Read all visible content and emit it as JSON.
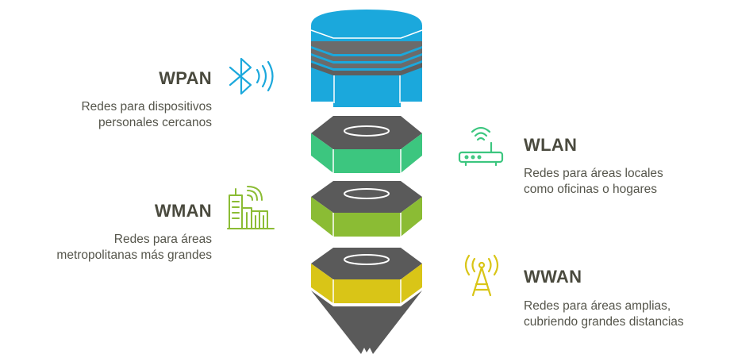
{
  "items": [
    {
      "title": "WPAN",
      "desc_line1": "Redes para dispositivos",
      "desc_line2": "personales cercanos",
      "icon": "bluetooth-icon",
      "color": "#1ba8dc"
    },
    {
      "title": "WLAN",
      "desc_line1": "Redes para áreas locales",
      "desc_line2": "como oficinas o hogares",
      "icon": "wifi-router-icon",
      "color": "#3cc67f"
    },
    {
      "title": "WMAN",
      "desc_line1": "Redes para áreas",
      "desc_line2": "metropolitanas más grandes",
      "icon": "city-buildings-icon",
      "color": "#8bbc34"
    },
    {
      "title": "WWAN",
      "desc_line1": "Redes para áreas amplias,",
      "desc_line2": "cubriendo grandes distancias",
      "icon": "antenna-tower-icon",
      "color": "#d9c517"
    }
  ],
  "colors": {
    "top_gray": "#5a5a5a",
    "side_gray": "#6b6b6b",
    "heading": "#4a4a3e",
    "text": "#55554b"
  }
}
